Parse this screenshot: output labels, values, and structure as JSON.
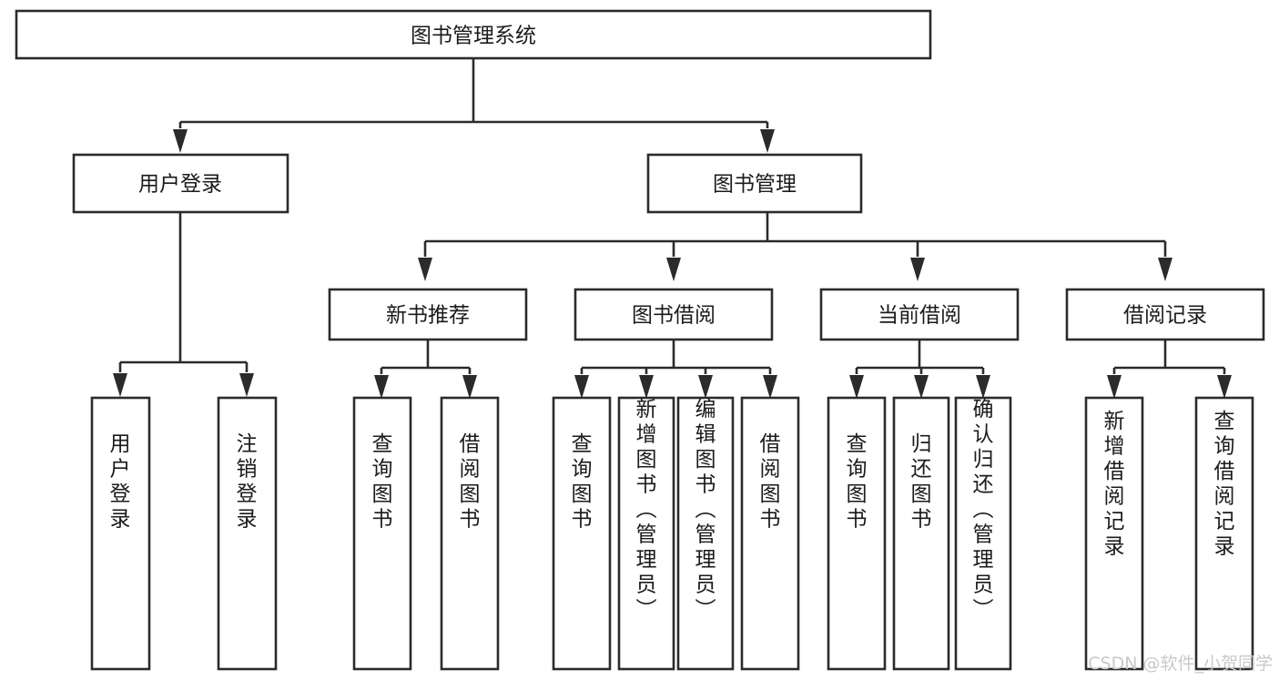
{
  "diagram": {
    "title": "图书管理系统",
    "type": "tree-hierarchy-chart",
    "accent_color": "#2b2b2b",
    "background_color": "#ffffff",
    "root": {
      "label": "图书管理系统"
    },
    "level2": [
      {
        "id": "user-login",
        "label": "用户登录"
      },
      {
        "id": "book-manage",
        "label": "图书管理"
      }
    ],
    "level3": [
      {
        "id": "new-book-recommend",
        "label": "新书推荐"
      },
      {
        "id": "book-borrow",
        "label": "图书借阅"
      },
      {
        "id": "current-borrow",
        "label": "当前借阅"
      },
      {
        "id": "borrow-record",
        "label": "借阅记录"
      }
    ],
    "leaves": {
      "user_login": [
        {
          "id": "leaf-user-login",
          "label": "用户登录"
        },
        {
          "id": "leaf-logout-login",
          "label": "注销登录"
        }
      ],
      "new_book_recommend": [
        {
          "id": "leaf-query-book-1",
          "label": "查询图书"
        },
        {
          "id": "leaf-borrow-book-1",
          "label": "借阅图书"
        }
      ],
      "book_borrow": [
        {
          "id": "leaf-query-book-2",
          "label": "查询图书"
        },
        {
          "id": "leaf-add-book",
          "label": "新增图书（管理员）"
        },
        {
          "id": "leaf-edit-book",
          "label": "编辑图书（管理员）"
        },
        {
          "id": "leaf-borrow-book-2",
          "label": "借阅图书"
        }
      ],
      "current_borrow": [
        {
          "id": "leaf-query-book-3",
          "label": "查询图书"
        },
        {
          "id": "leaf-return-book",
          "label": "归还图书"
        },
        {
          "id": "leaf-confirm-return",
          "label": "确认归还（管理员）"
        }
      ],
      "borrow_record": [
        {
          "id": "leaf-add-record",
          "label": "新增借阅记录"
        },
        {
          "id": "leaf-query-record",
          "label": "查询借阅记录"
        }
      ]
    }
  },
  "watermark": {
    "text": "CSDN @软件_小贺同学"
  }
}
